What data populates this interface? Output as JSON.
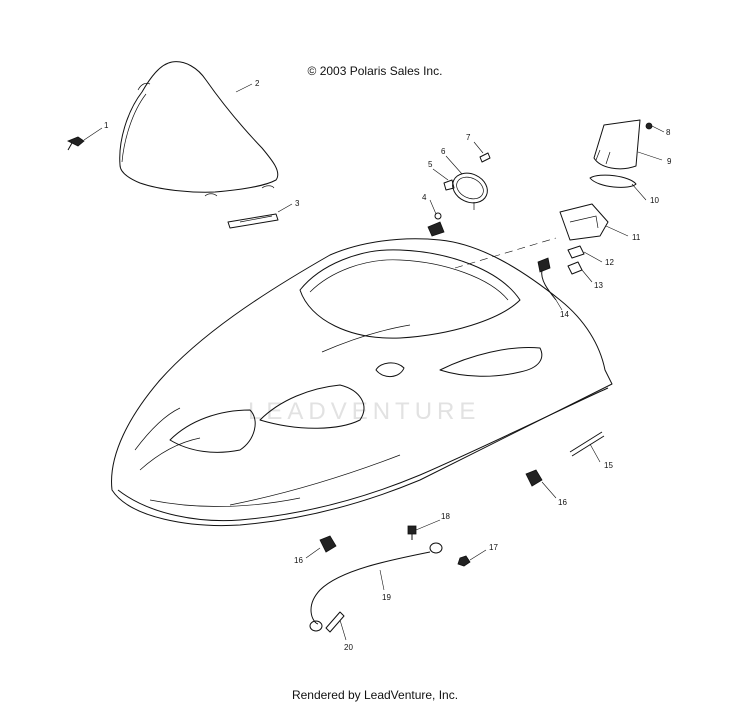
{
  "header": {
    "copyright": "© 2003 Polaris Sales Inc."
  },
  "watermark": {
    "text": "LEADVENTURE"
  },
  "callouts": [
    {
      "id": "1",
      "label": "1"
    },
    {
      "id": "2",
      "label": "2"
    },
    {
      "id": "3",
      "label": "3"
    },
    {
      "id": "4",
      "label": "4"
    },
    {
      "id": "5",
      "label": "5"
    },
    {
      "id": "6",
      "label": "6"
    },
    {
      "id": "7",
      "label": "7"
    },
    {
      "id": "8",
      "label": "8"
    },
    {
      "id": "9",
      "label": "9"
    },
    {
      "id": "10",
      "label": "10"
    },
    {
      "id": "11",
      "label": "11"
    },
    {
      "id": "12",
      "label": "12"
    },
    {
      "id": "13",
      "label": "13"
    },
    {
      "id": "14",
      "label": "14"
    },
    {
      "id": "15",
      "label": "15"
    },
    {
      "id": "16a",
      "label": "16"
    },
    {
      "id": "16b",
      "label": "16"
    },
    {
      "id": "17",
      "label": "17"
    },
    {
      "id": "18",
      "label": "18"
    },
    {
      "id": "19",
      "label": "19"
    },
    {
      "id": "20",
      "label": "20"
    }
  ],
  "footer": {
    "rendered_by": "Rendered by LeadVenture, Inc."
  }
}
